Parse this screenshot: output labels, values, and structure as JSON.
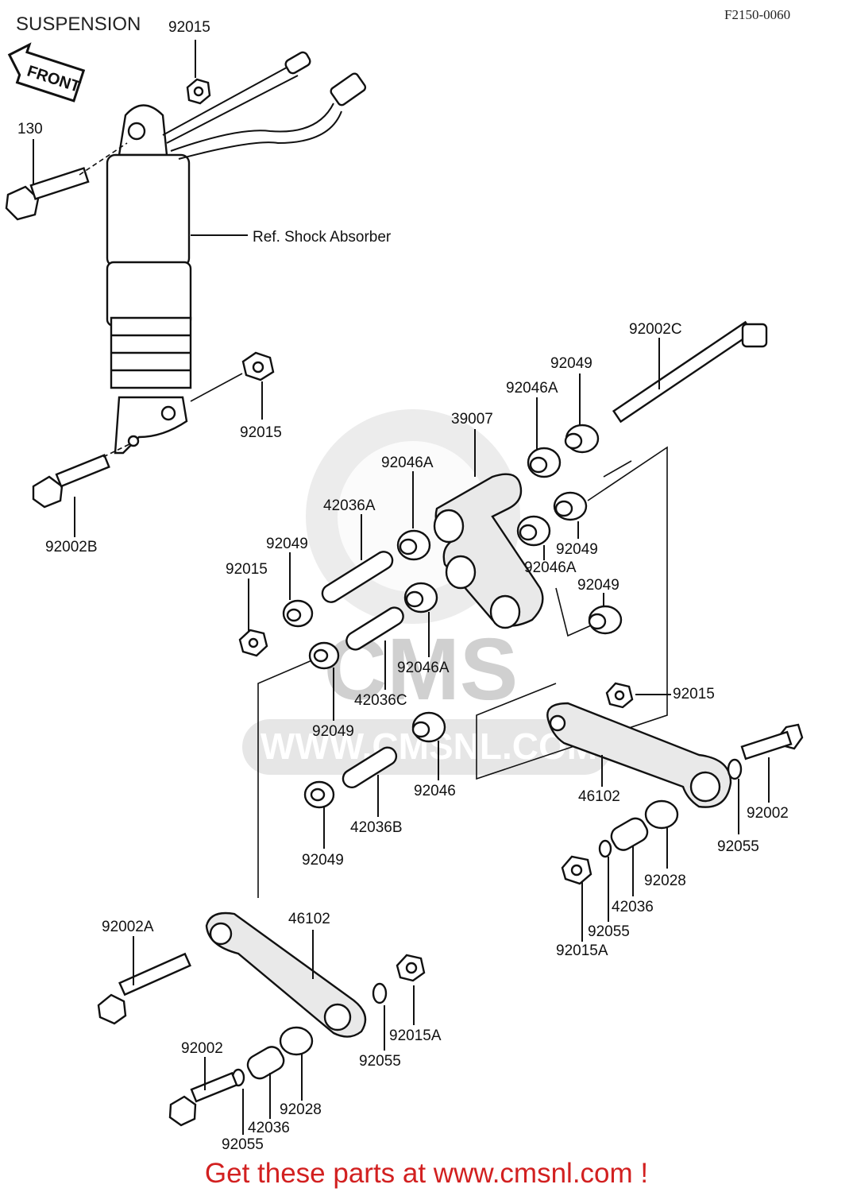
{
  "header": {
    "title": "SUSPENSION",
    "code": "F2150-0060"
  },
  "front_arrow": "FRONT",
  "ref_note": "Ref. Shock Absorber",
  "watermark": "WWW.CMSNL.COM",
  "watermark_logo": "CMS",
  "footer": "Get these parts at www.cmsnl.com !",
  "colors": {
    "footer_text": "#d22020",
    "line": "#111111",
    "watermark": "#dcdcdc"
  },
  "labels": {
    "p92015_top": "92015",
    "p130": "130",
    "p92015_mid": "92015",
    "p92002B": "92002B",
    "p92002C": "92002C",
    "p92049_top": "92049",
    "p92046A_top": "92046A",
    "p39007": "39007",
    "p92046A_a": "92046A",
    "p42036A": "42036A",
    "p92049_a": "92049",
    "p92015_b": "92015",
    "p92049_r1": "92049",
    "p92046A_r": "92046A",
    "p92049_r2": "92049",
    "p92046A_c": "92046A",
    "p42036C": "42036C",
    "p92049_c": "92049",
    "p92015_r": "92015",
    "p92046": "92046",
    "p42036B": "42036B",
    "p46102_r": "46102",
    "p92002_r": "92002",
    "p92055_r": "92055",
    "p92049_d": "92049",
    "p92028_r": "92028",
    "p42036_r": "42036",
    "p92055_r2": "92055",
    "p92015A_r": "92015A",
    "p92002A": "92002A",
    "p46102_l": "46102",
    "p92002_l": "92002",
    "p92015A_l": "92015A",
    "p92055_l": "92055",
    "p92028_l": "92028",
    "p42036_l": "42036",
    "p92055_l2": "92055"
  }
}
